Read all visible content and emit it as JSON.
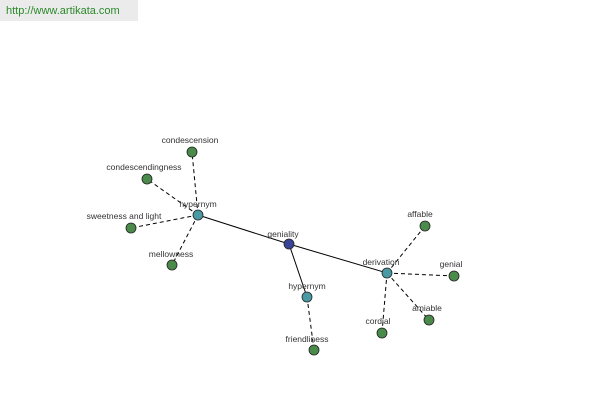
{
  "header": {
    "url": "http://www.artikata.com"
  },
  "colors": {
    "root": "#3a4496",
    "relation": "#4a9aa4",
    "leaf": "#4a8a4a",
    "edge": "#000000",
    "url_text": "#2a8a2a",
    "banner_bg": "#ebebeb"
  },
  "graph": {
    "root": {
      "id": "geniality",
      "label": "geniality"
    },
    "relations": [
      {
        "id": "hypernym-1",
        "label": "hypernym",
        "children": [
          "condescension",
          "condescendingness",
          "sweetness and light",
          "mellowness"
        ]
      },
      {
        "id": "hypernym-2",
        "label": "hypernym",
        "children": [
          "friendliness"
        ]
      },
      {
        "id": "derivation",
        "label": "derivation",
        "children": [
          "affable",
          "genial",
          "amiable",
          "cordial"
        ]
      }
    ]
  }
}
